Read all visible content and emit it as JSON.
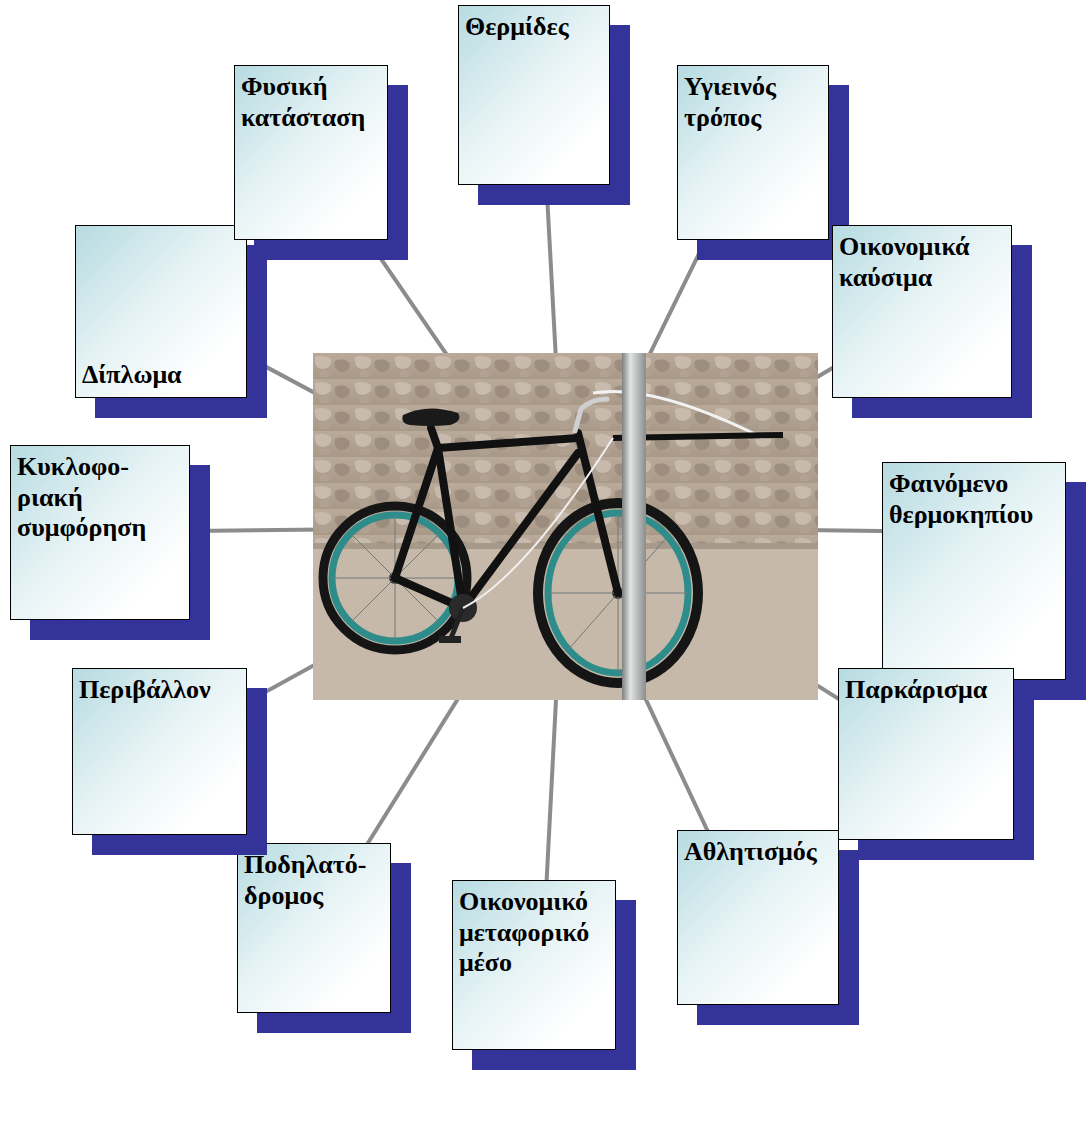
{
  "diagram": {
    "nodes": [
      {
        "text": [
          "Θερμίδες"
        ]
      },
      {
        "text": [
          "Υγιεινός τρόπος"
        ]
      },
      {
        "text": [
          "Οικονομικά καύσιμα"
        ]
      },
      {
        "text": [
          "Φαινόμενο θερμοκηπίου"
        ]
      },
      {
        "text": [
          "Παρκάρισμα"
        ]
      },
      {
        "text": [
          "Αθλητισμός"
        ]
      },
      {
        "text": [
          "Οικονομικό μεταφορικό μέσο"
        ]
      },
      {
        "text": [
          "Ποδηλατό-δρομος"
        ]
      },
      {
        "text": [
          "Περιβάλλον"
        ]
      },
      {
        "text": [
          "Κυκλοφο-ριακή συμφόρηση"
        ]
      },
      {
        "text": [
          "Δίπλωμα"
        ]
      },
      {
        "text": [
          "Φυσική κατάσταση"
        ]
      }
    ]
  }
}
